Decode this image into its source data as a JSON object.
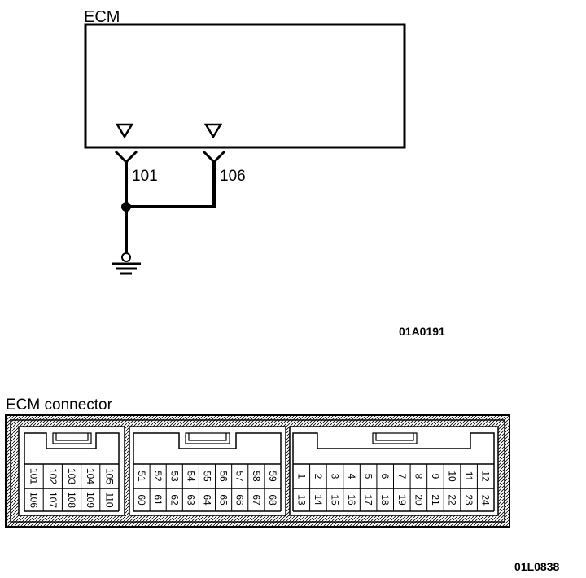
{
  "wiring": {
    "ecm_label": "ECM",
    "terminals": [
      "101",
      "106"
    ],
    "figure_code": "01A0191"
  },
  "connector": {
    "label": "ECM connector",
    "figure_code": "01L0838",
    "blocks": [
      {
        "top": [
          "101",
          "102",
          "103",
          "104",
          "105"
        ],
        "bottom": [
          "106",
          "107",
          "108",
          "109",
          "110"
        ]
      },
      {
        "top": [
          "51",
          "52",
          "53",
          "54",
          "55",
          "56",
          "57",
          "58",
          "59"
        ],
        "bottom": [
          "60",
          "61",
          "62",
          "63",
          "64",
          "65",
          "66",
          "67",
          "68"
        ]
      },
      {
        "top": [
          "1",
          "2",
          "3",
          "4",
          "5",
          "6",
          "7",
          "8",
          "9",
          "10",
          "11",
          "12"
        ],
        "bottom": [
          "13",
          "14",
          "15",
          "16",
          "17",
          "18",
          "19",
          "20",
          "21",
          "22",
          "23",
          "24"
        ]
      }
    ]
  }
}
